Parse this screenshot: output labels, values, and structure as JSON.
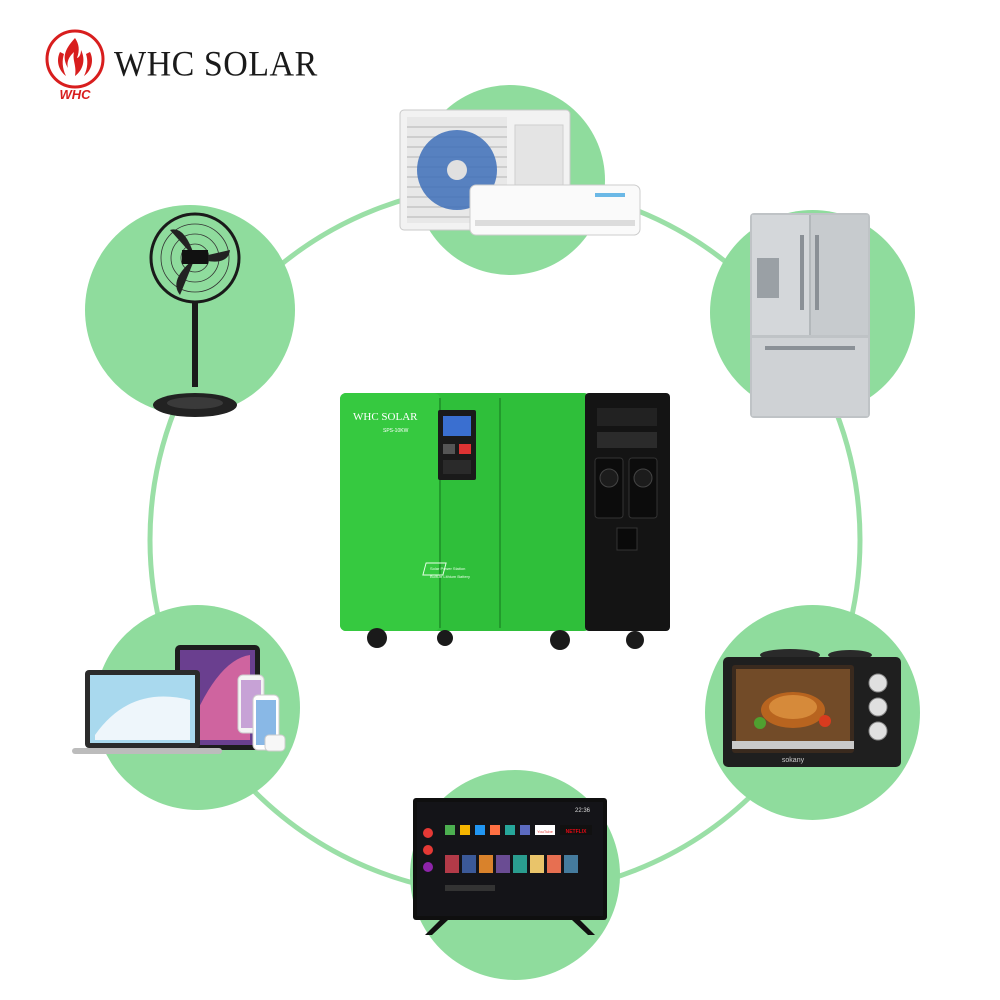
{
  "brand": {
    "name": "WHC SOLAR",
    "logo_text": "WHC",
    "logo_icon": "flame-logo-icon",
    "accent_color": "#d81e1e"
  },
  "product": {
    "brand_label": "WHC SOLAR",
    "model": "SPS-10KW",
    "side_label_1": "Solar Power Station",
    "side_label_2": "Built-in Lithium Battery",
    "body_color": "#2fbf3a",
    "panel_color": "#141414"
  },
  "appliances": [
    {
      "id": "air-conditioner",
      "icon": "air-conditioner-icon"
    },
    {
      "id": "refrigerator",
      "icon": "refrigerator-icon"
    },
    {
      "id": "oven",
      "icon": "oven-icon",
      "brand_text": "sokany"
    },
    {
      "id": "television",
      "icon": "television-icon",
      "time": "22:36",
      "apps": [
        "NETFLIX",
        "YouTube"
      ]
    },
    {
      "id": "electronics",
      "icon": "laptop-tablet-phone-icon"
    },
    {
      "id": "stand-fan",
      "icon": "stand-fan-icon"
    }
  ],
  "colors": {
    "bubble": "#8fdc9d",
    "ring": "#9adfa6"
  }
}
